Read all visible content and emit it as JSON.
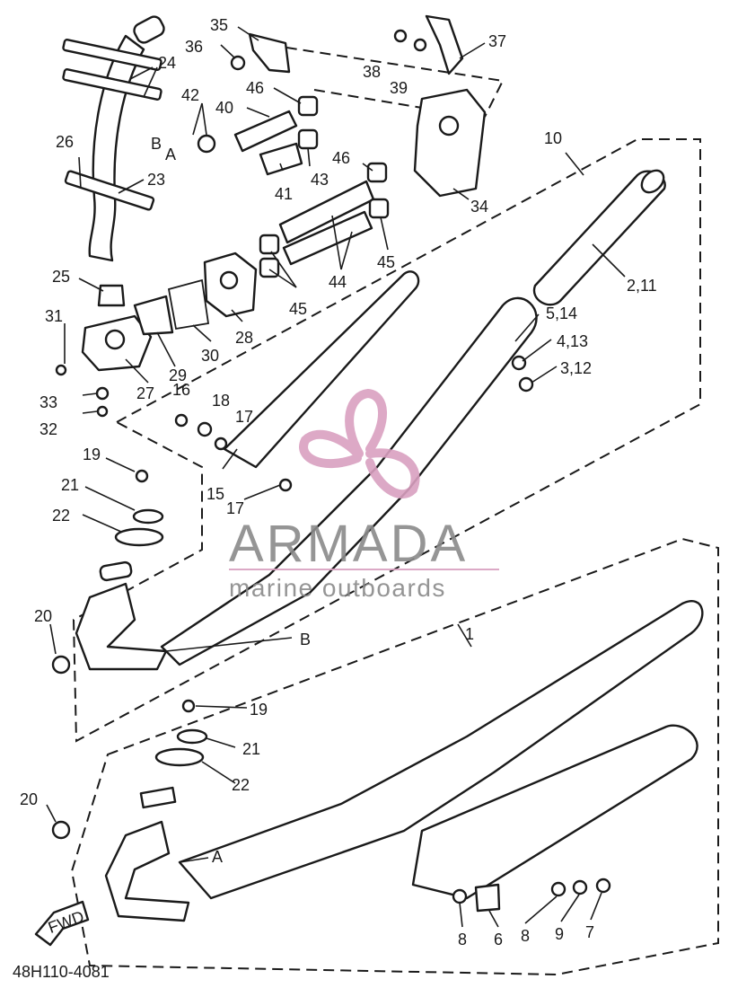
{
  "diagram": {
    "code": "48H110-4081",
    "fwd_label": "FWD",
    "watermark": {
      "brand": "ARMADA",
      "tagline": "marine outboards",
      "color": "#d9a0c0",
      "text_color": "#8a8a8a"
    },
    "callouts": [
      "1",
      "2,11",
      "3,12",
      "4,13",
      "5,14",
      "6",
      "7",
      "8",
      "8",
      "9",
      "10",
      "15",
      "16",
      "17",
      "17",
      "18",
      "19",
      "19",
      "20",
      "20",
      "21",
      "21",
      "22",
      "22",
      "23",
      "24",
      "25",
      "26",
      "27",
      "28",
      "29",
      "30",
      "31",
      "32",
      "33",
      "34",
      "35",
      "36",
      "37",
      "38",
      "39",
      "40",
      "41",
      "42",
      "43",
      "44",
      "45",
      "45",
      "46",
      "46",
      "A",
      "A",
      "B",
      "B"
    ]
  }
}
